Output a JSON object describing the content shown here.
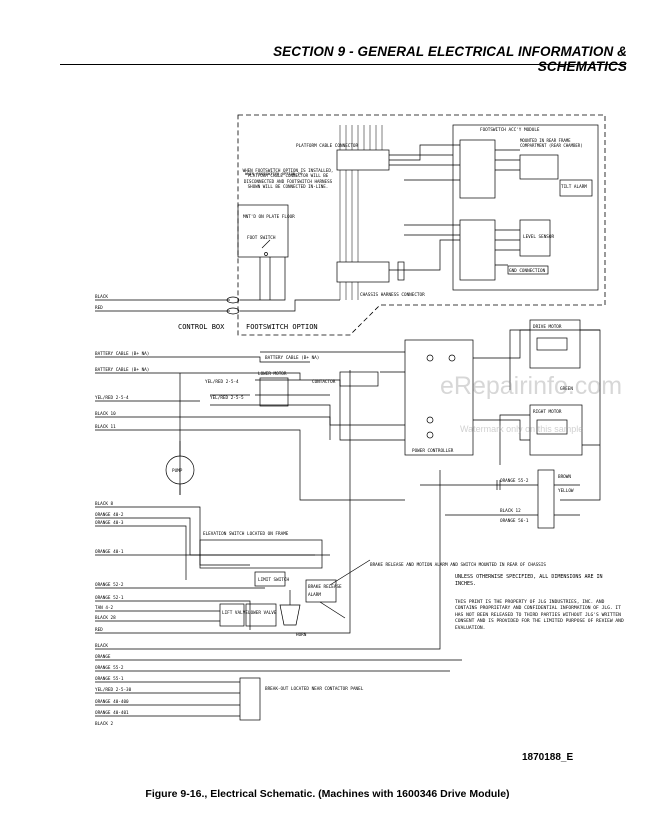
{
  "header": {
    "title": "SECTION 9 - GENERAL ELECTRICAL INFORMATION & SCHEMATICS"
  },
  "watermark": {
    "main": "eRepairinfo.com",
    "sub": "Watermark only on this sample"
  },
  "document": {
    "number": "1870188_E",
    "caption": "Figure 9-16., Electrical Schematic. (Machines with 1600346 Drive Module)"
  },
  "schematic": {
    "upper_box": {
      "platform_connector": "PLATFORM CABLE CONNECTOR",
      "footswitch_note": "WHEN FOOTSWITCH OPTION IS INSTALLED, PLATFORM CABLE CONNECTOR WILL BE DISCONNECTED AND FOOTSWITCH HARNESS SHOWN WILL BE CONNECTED IN-LINE.",
      "footswitch_label": "FOOT SWITCH",
      "footswitch_note2": "MNT'D ON PLATE FLOOR",
      "footswitch_harness": "CHASSIS HARNESS CONNECTOR",
      "module_title": "FOOTSWITCH ACC'Y MODULE",
      "module_note": "MOUNTED IN REAR FRAME COMPARTMENT (REAR CHAMBER)",
      "tilt_label": "TILT ALARM",
      "ground_label": "GND CONNECTION",
      "level_sensor": "LEVEL SENSOR",
      "control_box": "CONTROL BOX",
      "footswitch_option": "FOOTSWITCH OPTION",
      "in_black": "BLACK",
      "in_red": "RED"
    },
    "main": {
      "left_wires": [
        "BATTERY CABLE (B+ NA)",
        "BATTERY CABLE (B+ NA)",
        "YEL/RED 2-5-4",
        "BLACK 10",
        "BLACK 11",
        "BLACK 8",
        "ORANGE 40-2",
        "ORANGE 40-3",
        "ORANGE 40-1",
        "ORANGE 52-2",
        "ORANGE 52-1",
        "TAN 4-2",
        "BLACK 28",
        "RED",
        "BLACK",
        "ORANGE",
        "ORANGE 55-2",
        "ORANGE 55-1",
        "YEL/RED 2-5-30",
        "ORANGE 40-400",
        "ORANGE 40-401",
        "BLACK 2"
      ],
      "pump": "PUMP",
      "mid_labels": [
        "BATTERY CABLE (B+ NA)",
        "CONTACTOR",
        "YEL/RED 2-5-4",
        "YEL/RED 2-5-5",
        "LOWER MOTOR"
      ],
      "elevation_switch": "ELEVATION SWITCH LOCATED ON FRAME",
      "limit_switch": "LIMIT SWITCH",
      "lift_valve": "LIFT VALVE",
      "lower_valve": "LOWER VALVE",
      "brake_release": "BRAKE RELEASE",
      "alarm": "ALARM",
      "horn": "HORN",
      "motor_notes": "BRAKE RELEASE AND MOTION ALARM AND SWITCH MOUNTED IN REAR OF CHASSIS",
      "drive_motor_top": "DRIVE MOTOR",
      "drive_motor_bottom": "RIGHT MOTOR",
      "power_module": "POWER CONTROLLER",
      "green_label": "GREEN",
      "brown": "BROWN",
      "yellow": "YELLOW",
      "orange_right": "ORANGE 55-2",
      "black_right": "BLACK 12",
      "orange_right2": "ORANGE 56-1",
      "break_unit": "BREAK-OUT LOCATED NEAR CONTACTOR PANEL",
      "notes_unless": "UNLESS OTHERWISE SPECIFIED, ALL DIMENSIONS ARE IN INCHES.",
      "notes_print": "THIS PRINT IS THE PROPERTY OF JLG INDUSTRIES, INC. AND CONTAINS PROPRIETARY AND CONFIDENTIAL INFORMATION OF JLG. IT HAS NOT BEEN RELEASED TO THIRD PARTIES WITHOUT JLG'S WRITTEN CONSENT AND IS PROVIDED FOR THE LIMITED PURPOSE OF REVIEW AND EVALUATION."
    }
  }
}
